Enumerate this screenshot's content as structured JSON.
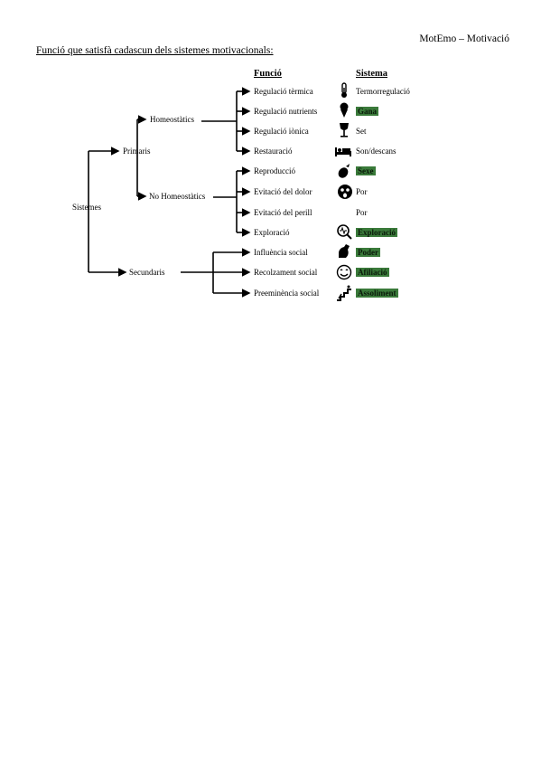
{
  "header": "MotEmo – Motivació",
  "title": "Funció que satisfà cadascun dels sistemes motivacionals:",
  "columns": {
    "funcio": "Funció",
    "sistema": "Sistema"
  },
  "root": "Sistemes",
  "primaris": "Primaris",
  "secundaris": "Secundaris",
  "homeostatics": "Homeostàtics",
  "no_homeostatics": "No Homeostàtics",
  "functions": [
    "Regulació tèrmica",
    "Regulació nutrients",
    "Regulació iònica",
    "Restauració",
    "Reproducció",
    "Evitació del dolor",
    "Evitació del perill",
    "Exploració",
    "Influència social",
    "Recolzament social",
    "Preeminència social"
  ],
  "systems": [
    {
      "text": "Termorregulació",
      "highlight": false,
      "icon": "thermometer-icon"
    },
    {
      "text": "Gana",
      "highlight": true,
      "icon": "ice-cream-icon"
    },
    {
      "text": "Set",
      "highlight": false,
      "icon": "wine-glass-icon"
    },
    {
      "text": "Son/descans",
      "highlight": false,
      "icon": "bed-icon"
    },
    {
      "text": "Sexe",
      "highlight": true,
      "icon": "eggplant-icon"
    },
    {
      "text": "Por",
      "highlight": false,
      "icon": "scared-face-icon"
    },
    {
      "text": "Por",
      "highlight": false,
      "icon": ""
    },
    {
      "text": "Exploració",
      "highlight": true,
      "icon": "magnifier-icon"
    },
    {
      "text": "Poder",
      "highlight": true,
      "icon": "flexed-arm-icon"
    },
    {
      "text": "Afiliació",
      "highlight": true,
      "icon": "smiling-face-icon"
    },
    {
      "text": "Assoliment",
      "highlight": true,
      "icon": "stairs-icon"
    }
  ],
  "colors": {
    "highlight": "#3a7a3a"
  }
}
